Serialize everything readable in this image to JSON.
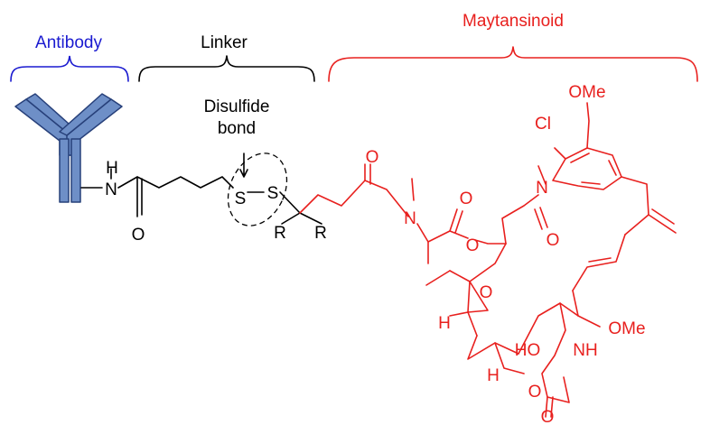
{
  "colors": {
    "antibody": "#1a1ad0",
    "linker": "#000000",
    "payload": "#e8201e",
    "antibody_fill": "#6e8fc7"
  },
  "labels": {
    "antibody": "Antibody",
    "linker": "Linker",
    "payload": "Maytansinoid",
    "disulfide_line1": "Disulfide",
    "disulfide_line2": "bond"
  },
  "atoms": {
    "nh_h": "H",
    "nh_n": "N",
    "amide_o": "O",
    "s1": "S",
    "s2": "S",
    "r1": "R",
    "r2": "R",
    "o_ketone": "O",
    "n_methyl": "N",
    "o_ester_carbonyl": "O",
    "o_ester": "O",
    "cl": "Cl",
    "ome_top": "OMe",
    "n_ring": "N",
    "o_lactam": "O",
    "o_epoxide": "O",
    "h_epoxide": "H",
    "ome_right": "OMe",
    "ho": "HO",
    "nh": "NH",
    "h_lower": "H",
    "o_carbamate": "O",
    "o_carbamate_bottom": "O"
  }
}
